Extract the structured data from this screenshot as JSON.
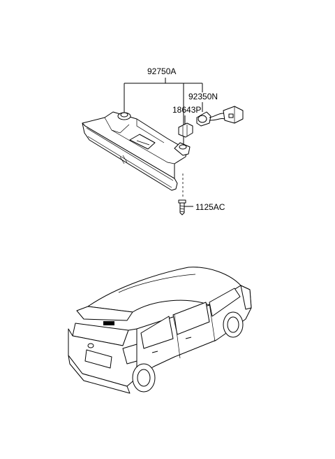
{
  "callouts": {
    "assembly": "92750A",
    "socket": "92350N",
    "bulb": "18643P",
    "screw": "1125AC"
  }
}
